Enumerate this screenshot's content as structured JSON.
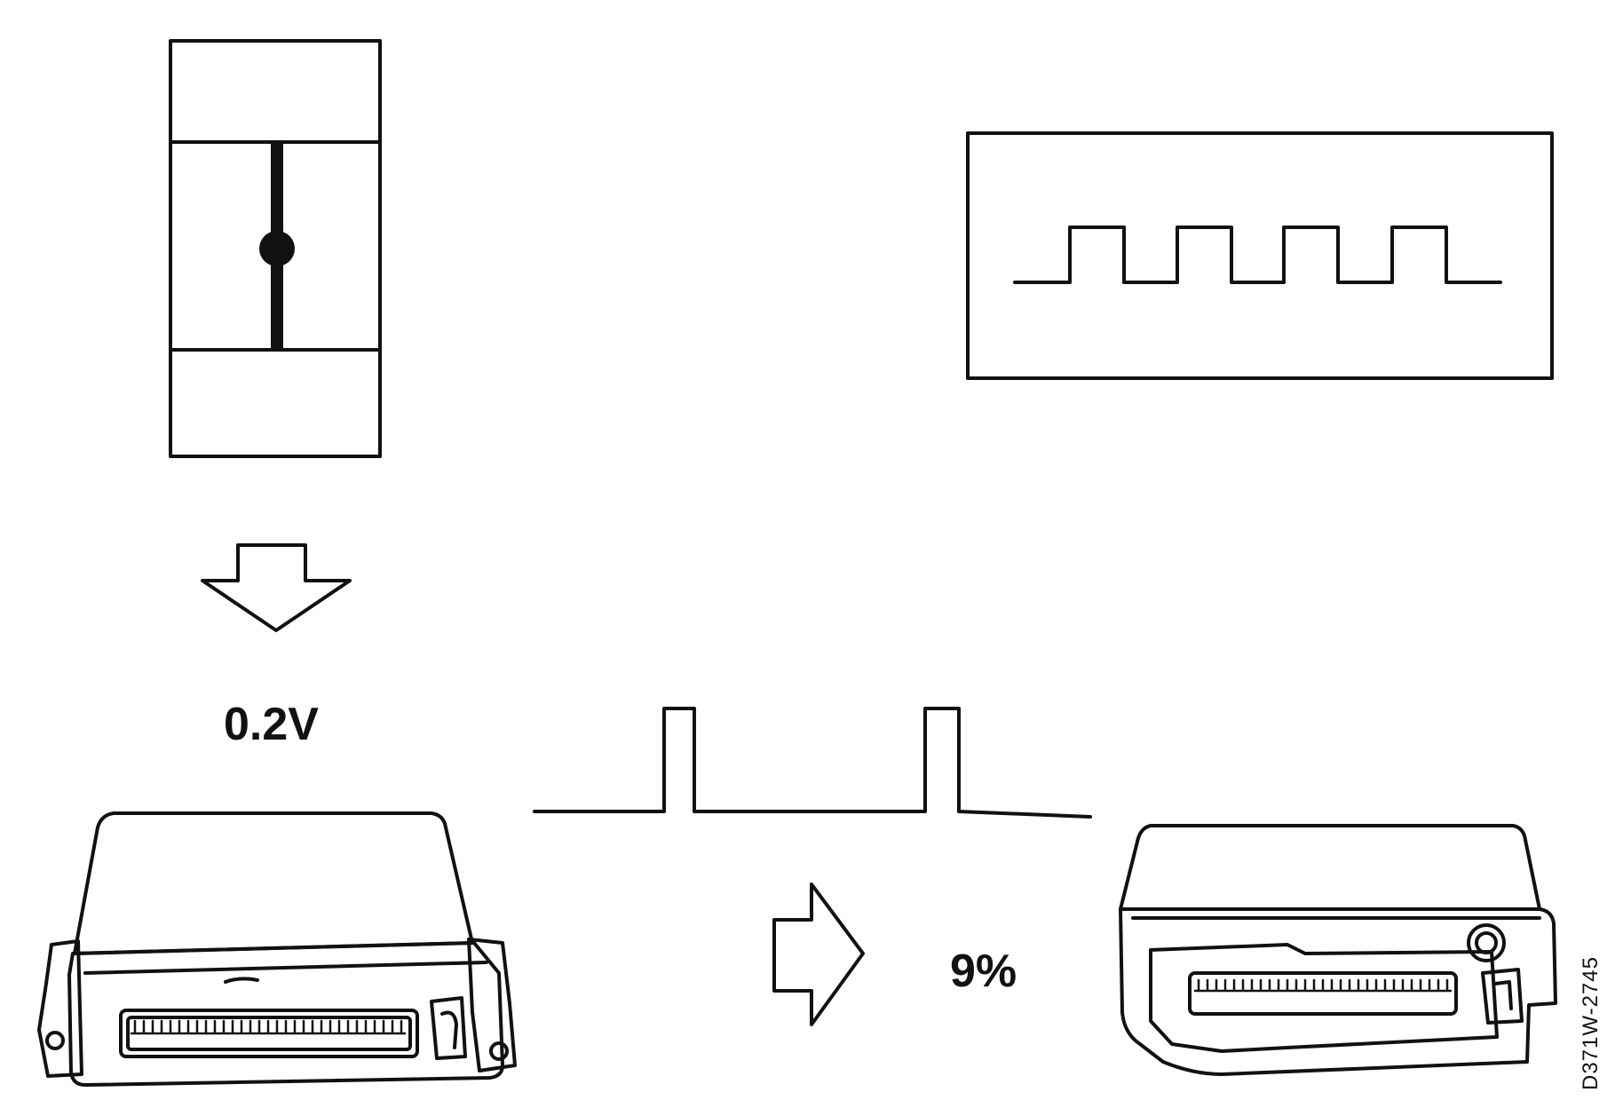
{
  "labels": {
    "voltage": "0.2V",
    "duty_cycle": "9%",
    "figure_ref": "D371W-2745"
  },
  "icons": {
    "sensor": "potentiometer-sensor-icon",
    "ecu_left": "ecu-control-unit-icon",
    "ecu_right": "ecu-control-unit-icon",
    "arrow_down": "arrow-down-icon",
    "arrow_right": "arrow-right-icon"
  },
  "colors": {
    "ink": "#111111",
    "paper": "#ffffff"
  }
}
